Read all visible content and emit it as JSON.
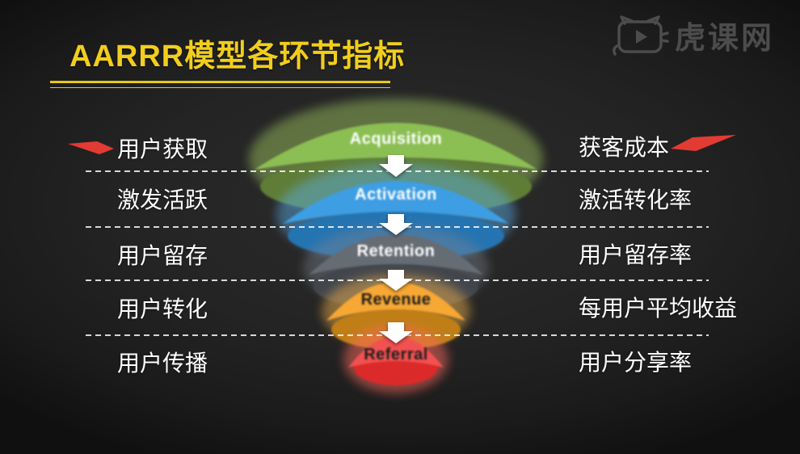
{
  "slide": {
    "title": "AARRR模型各环节指标",
    "watermark": "虎课网"
  },
  "funnel": {
    "stages": [
      {
        "name": "Acquisition",
        "left_label": "用户获取",
        "right_label": "获客成本",
        "color": "#8cbf53",
        "rim_color": "#5f7d36",
        "glow_color": "#a6cf63",
        "label_color": "#ffffff"
      },
      {
        "name": "Activation",
        "left_label": "激发活跃",
        "right_label": "激活转化率",
        "color": "#3d9ee4",
        "rim_color": "#2574b2",
        "glow_color": "#5bb0ee",
        "label_color": "#ffffff"
      },
      {
        "name": "Retention",
        "left_label": "用户留存",
        "right_label": "用户留存率",
        "color": "#666c74",
        "rim_color": "#42464c",
        "glow_color": "#7e858e",
        "label_color": "#ffffff"
      },
      {
        "name": "Revenue",
        "left_label": "用户转化",
        "right_label": "每用户平均收益",
        "color": "#f7a733",
        "rim_color": "#c07e17",
        "glow_color": "#ffba4e",
        "label_color": "#1d1d1d"
      },
      {
        "name": "Referral",
        "left_label": "用户传播",
        "right_label": "用户分享率",
        "color": "#f25151",
        "rim_color": "#dc2a2a",
        "glow_color": "#ff6a5e",
        "label_color": "#1d1d1d"
      }
    ]
  },
  "icons": {
    "left_annotation": "red-arrow-right",
    "right_annotation": "red-arrow-left",
    "watermark_logo": "tiger-play-logo",
    "stage_connector": "white-down-arrow"
  },
  "colors": {
    "background": "#232323",
    "title": "#f2ce1c",
    "underline": "#e9c816",
    "label": "#ffffff",
    "dashed_line": "#ffffff",
    "annotation_arrow": "#e23b33",
    "watermark": "#4f4f4f"
  }
}
